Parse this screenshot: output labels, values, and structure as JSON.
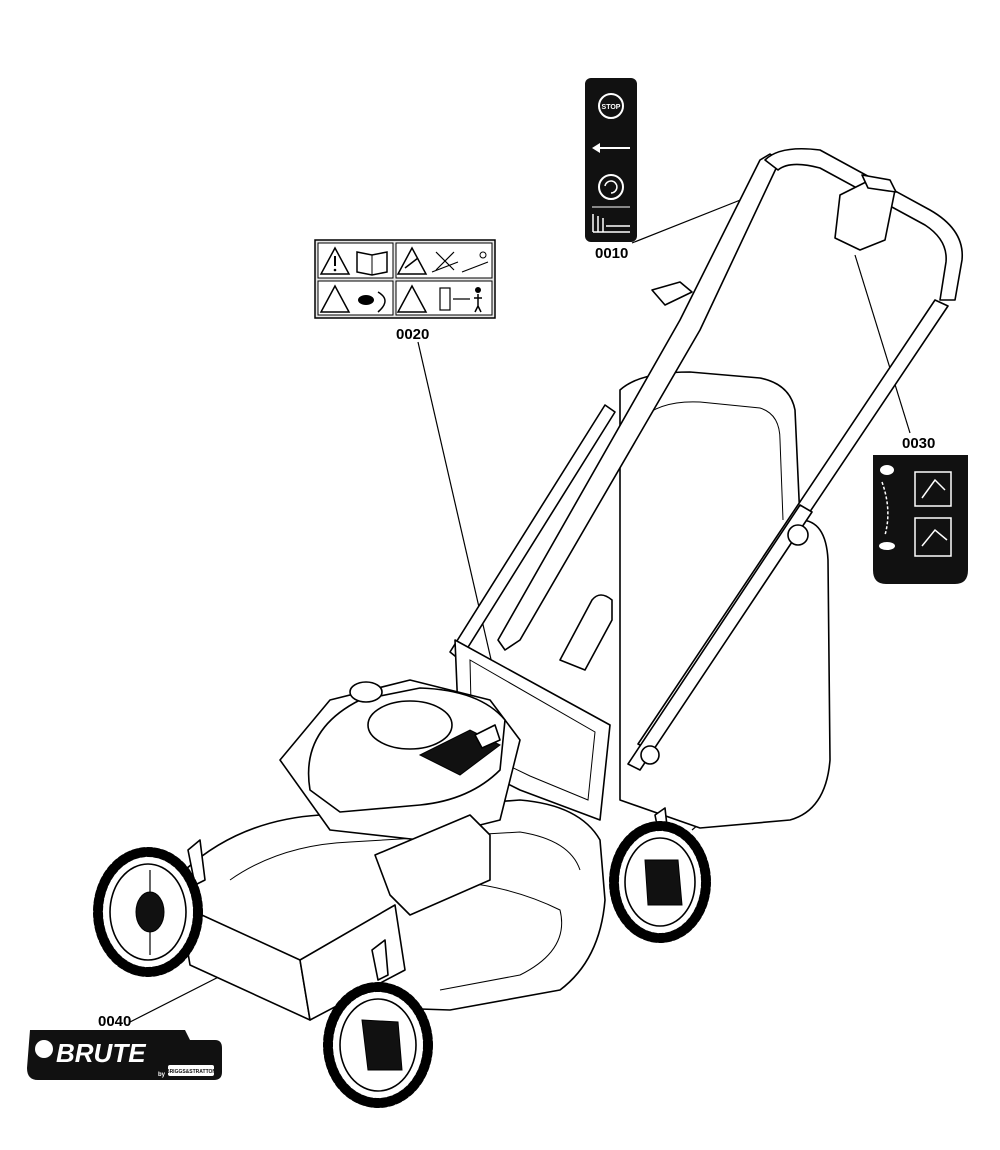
{
  "callouts": {
    "c0010": "0010",
    "c0020": "0020",
    "c0030": "0030",
    "c0040": "0040"
  },
  "decal_0010": {
    "stop_text": "STOP"
  },
  "decal_0040": {
    "brand": "BRUTE",
    "by_text": "by",
    "maker": "BRIGGS&STRATTON"
  },
  "icons": {
    "decal_0010": [
      "stop-icon",
      "arrow-left-icon",
      "start-icon",
      "grass-icon"
    ],
    "decal_0020": [
      "warning-triangle-icon",
      "manual-book-icon",
      "blade-warning-icon",
      "slope-icon",
      "hand-blade-icon",
      "distance-person-icon"
    ],
    "decal_0030": [
      "rabbit-fast-icon",
      "turtle-slow-icon",
      "lever-step-1-icon",
      "lever-step-2-icon"
    ]
  },
  "colors": {
    "decal_bg": "#111111",
    "line": "#000000",
    "decal_0020_bg": "#e6e6e6"
  }
}
